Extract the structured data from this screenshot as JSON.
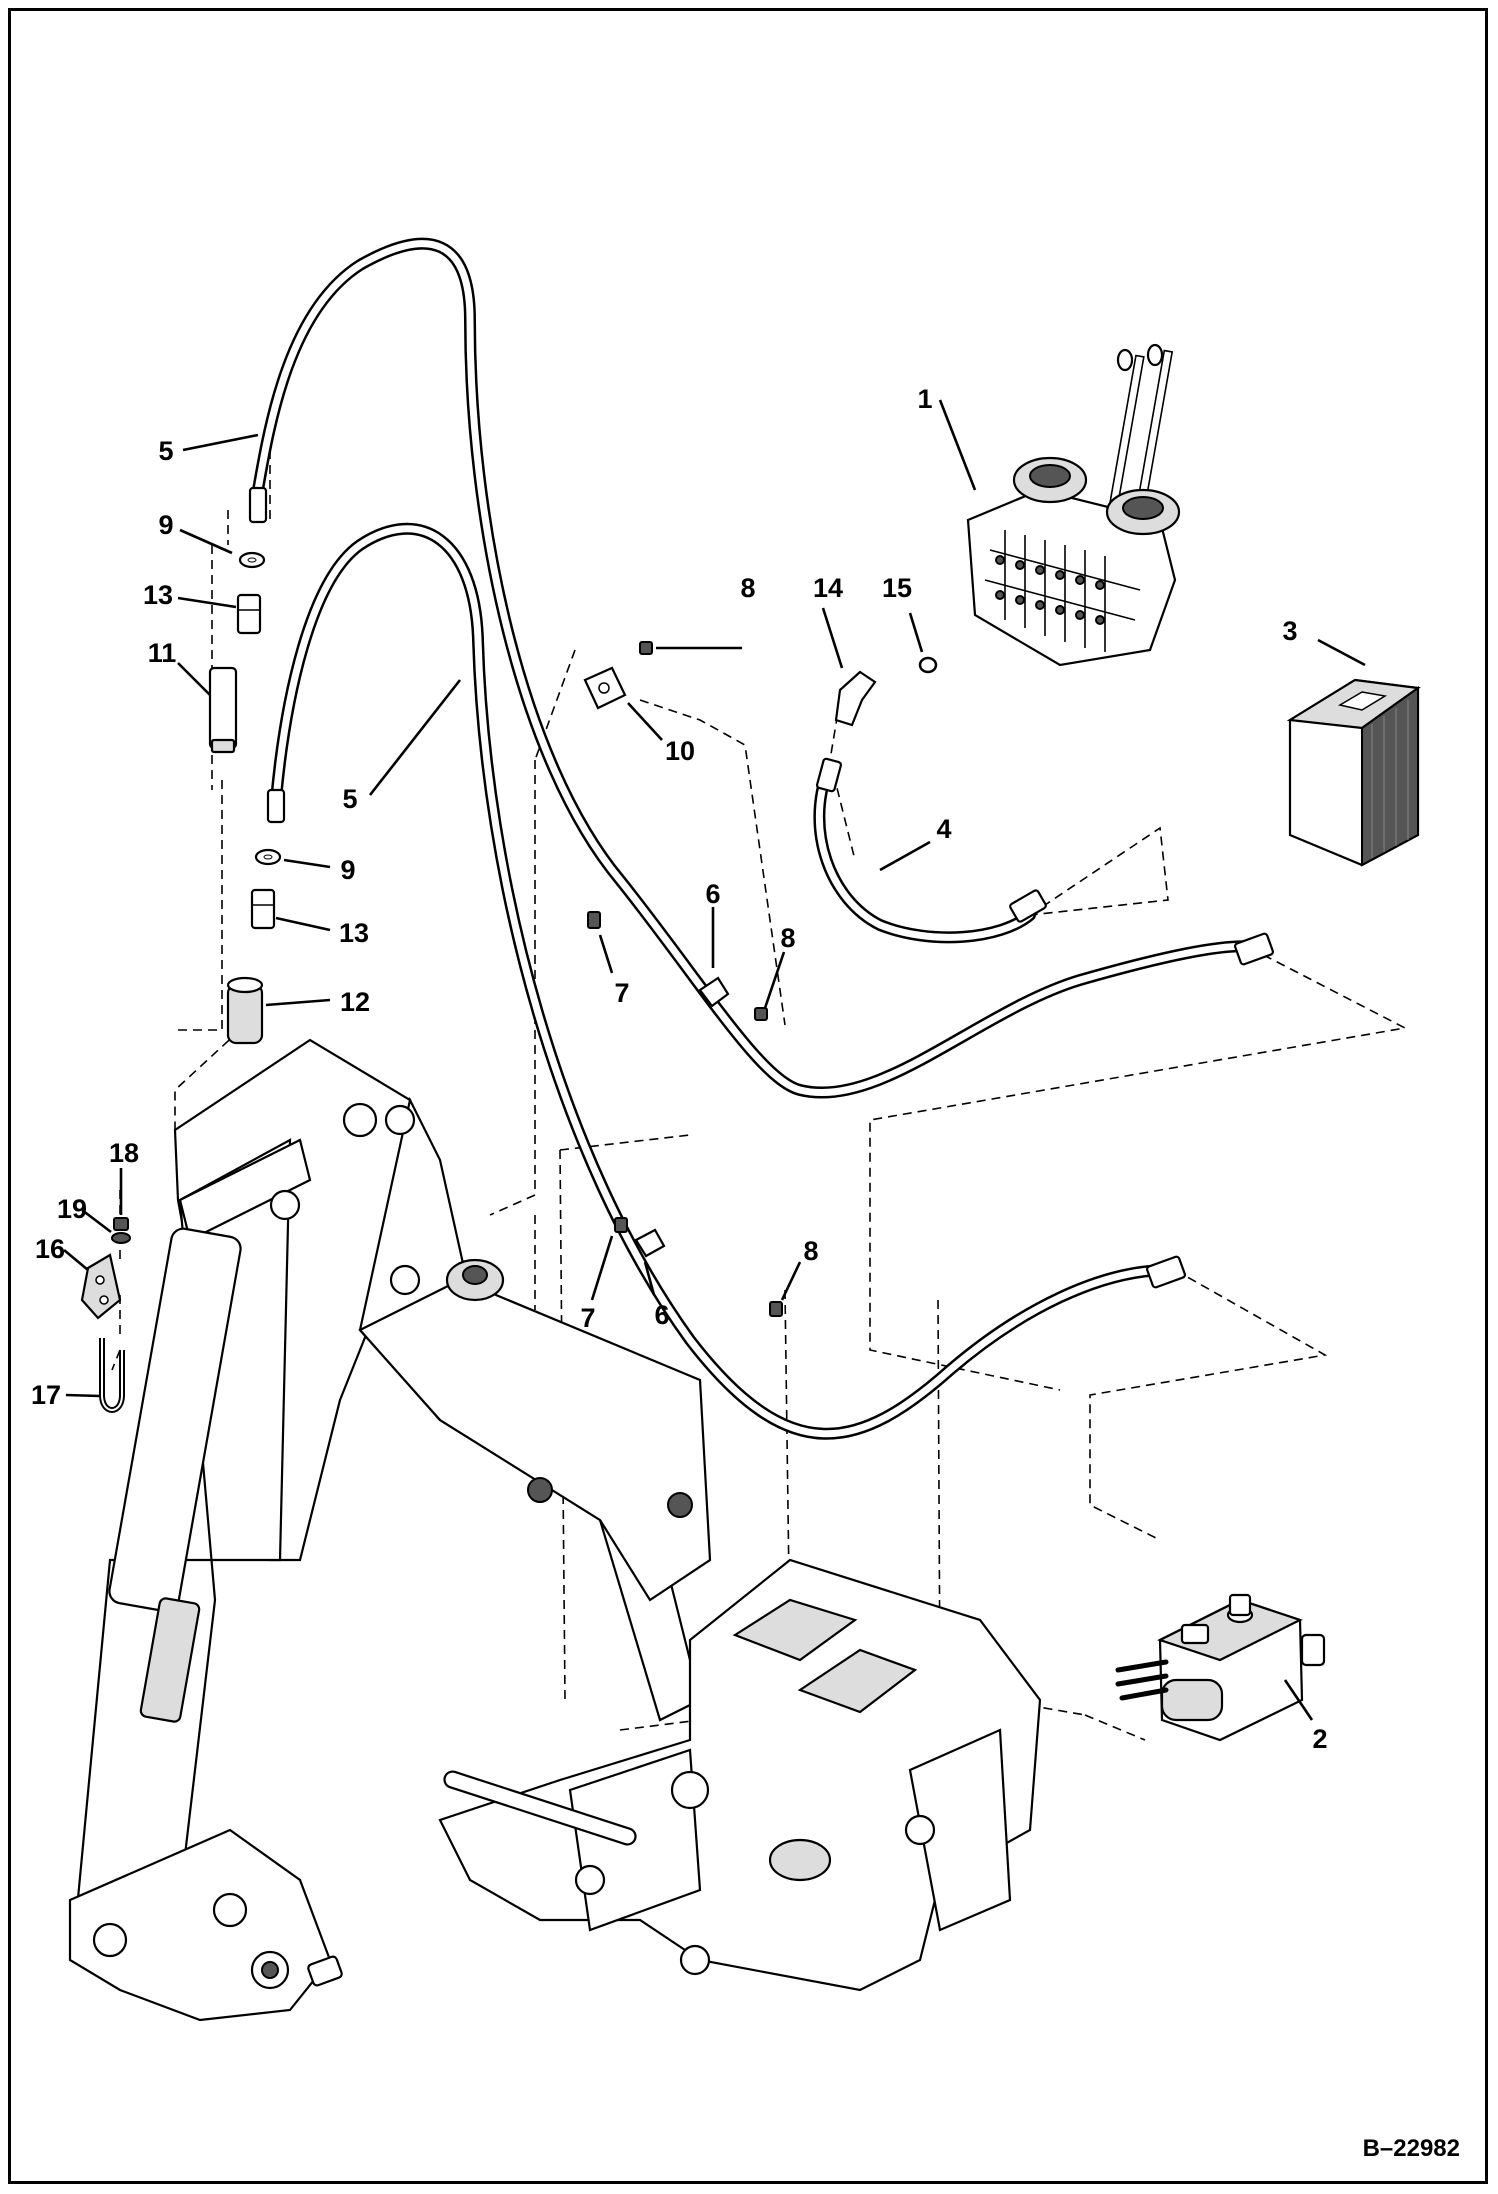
{
  "figure": {
    "reference_code": "B–22982"
  },
  "callouts": [
    {
      "id": "1",
      "label": "1"
    },
    {
      "id": "2",
      "label": "2"
    },
    {
      "id": "3",
      "label": "3"
    },
    {
      "id": "4",
      "label": "4"
    },
    {
      "id": "5a",
      "label": "5"
    },
    {
      "id": "5b",
      "label": "5"
    },
    {
      "id": "6a",
      "label": "6"
    },
    {
      "id": "6b",
      "label": "6"
    },
    {
      "id": "7a",
      "label": "7"
    },
    {
      "id": "7b",
      "label": "7"
    },
    {
      "id": "8a",
      "label": "8"
    },
    {
      "id": "8b",
      "label": "8"
    },
    {
      "id": "8c",
      "label": "8"
    },
    {
      "id": "9a",
      "label": "9"
    },
    {
      "id": "9b",
      "label": "9"
    },
    {
      "id": "10",
      "label": "10"
    },
    {
      "id": "11",
      "label": "11"
    },
    {
      "id": "12",
      "label": "12"
    },
    {
      "id": "13a",
      "label": "13"
    },
    {
      "id": "13b",
      "label": "13"
    },
    {
      "id": "14",
      "label": "14"
    },
    {
      "id": "15",
      "label": "15"
    },
    {
      "id": "16",
      "label": "16"
    },
    {
      "id": "17",
      "label": "17"
    },
    {
      "id": "18",
      "label": "18"
    },
    {
      "id": "19",
      "label": "19"
    }
  ]
}
